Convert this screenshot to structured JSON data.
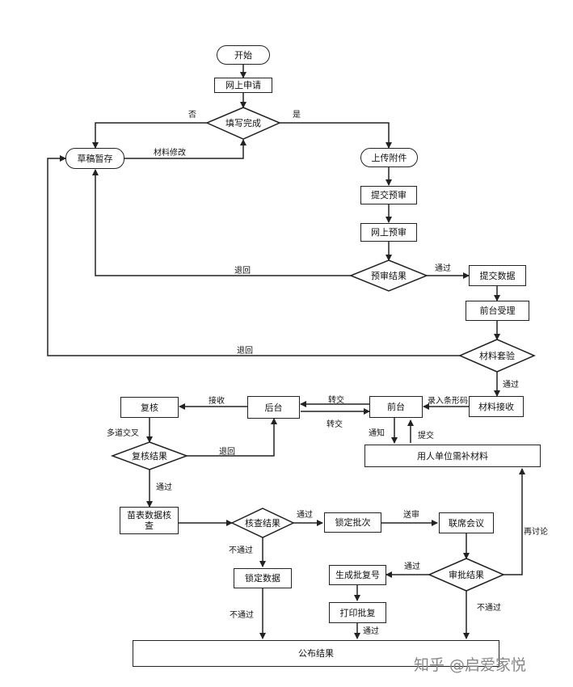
{
  "nodes": {
    "start": "开始",
    "apply_online": "网上申请",
    "fill_done": "填写完成",
    "draft_save": "草稿暂存",
    "upload_attach": "上传附件",
    "submit_precheck": "提交预审",
    "online_precheck": "网上预审",
    "precheck_result": "预审结果",
    "submit_data": "提交数据",
    "front_accept": "前台受理",
    "material_check": "材料套验",
    "material_receive": "材料接收",
    "front_desk": "前台",
    "backend": "后台",
    "review": "复核",
    "review_result": "复核结果",
    "sample_check": "苗表数据核查",
    "check_result": "核查结果",
    "lock_batch": "锁定批次",
    "joint_meeting": "联席会议",
    "approval_result": "审批结果",
    "gen_approval_no": "生成批复号",
    "print_approval": "打印批复",
    "lock_data": "锁定数据",
    "supplement": "用人单位需补材料",
    "publish": "公布结果"
  },
  "edge_labels": {
    "no": "否",
    "yes": "是",
    "material_modify": "材料修改",
    "return1": "退回",
    "pass1": "通过",
    "return2": "退回",
    "pass2": "通过",
    "barcode": "录入条形码",
    "transfer1": "转交",
    "transfer2": "转交",
    "receive": "接收",
    "multi_cross": "多道交叉",
    "return3": "退回",
    "pass3": "通过",
    "notify": "通知",
    "submit": "提交",
    "pass4": "通过",
    "send_review": "送审",
    "not_pass1": "不通过",
    "not_pass2": "不通过",
    "pass5": "通过",
    "rediscuss": "再讨论",
    "not_pass3": "不通过",
    "pass6": "通过"
  },
  "watermark": "知乎 @启爱家悦",
  "colors": {
    "line": "#222222",
    "fill": "#ffffff",
    "text": "#111111"
  }
}
